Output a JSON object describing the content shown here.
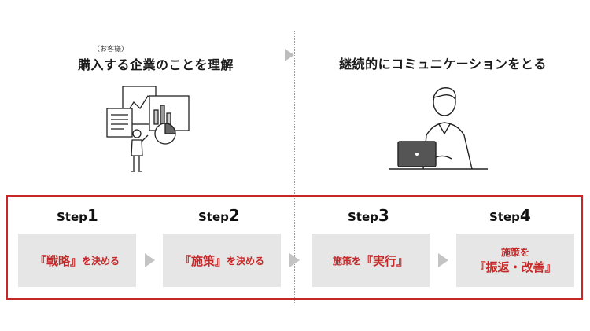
{
  "left_heading": {
    "ruby": "（お客様）",
    "text": "購入する企業のことを理解"
  },
  "right_heading": {
    "text": "継続的にコミュニケーションをとる"
  },
  "steps": [
    {
      "label": "Step",
      "num": "1",
      "parts": [
        {
          "t": "『戦略』",
          "s": "big"
        },
        {
          "t": "を決める",
          "s": "small"
        }
      ]
    },
    {
      "label": "Step",
      "num": "2",
      "parts": [
        {
          "t": "『施策』",
          "s": "big"
        },
        {
          "t": "を決める",
          "s": "small"
        }
      ]
    },
    {
      "label": "Step",
      "num": "3",
      "parts": [
        {
          "t": "施策を",
          "s": "small"
        },
        {
          "t": "『実行』",
          "s": "big"
        }
      ]
    },
    {
      "label": "Step",
      "num": "4",
      "line1": "施策を",
      "line2": "『振返・改善』"
    }
  ],
  "colors": {
    "accent": "#c62828",
    "box_bg": "#e6e6e6",
    "arrow": "#c4c4c4"
  },
  "icons": {
    "left": "presentation-person-icon",
    "right": "laptop-person-icon"
  }
}
